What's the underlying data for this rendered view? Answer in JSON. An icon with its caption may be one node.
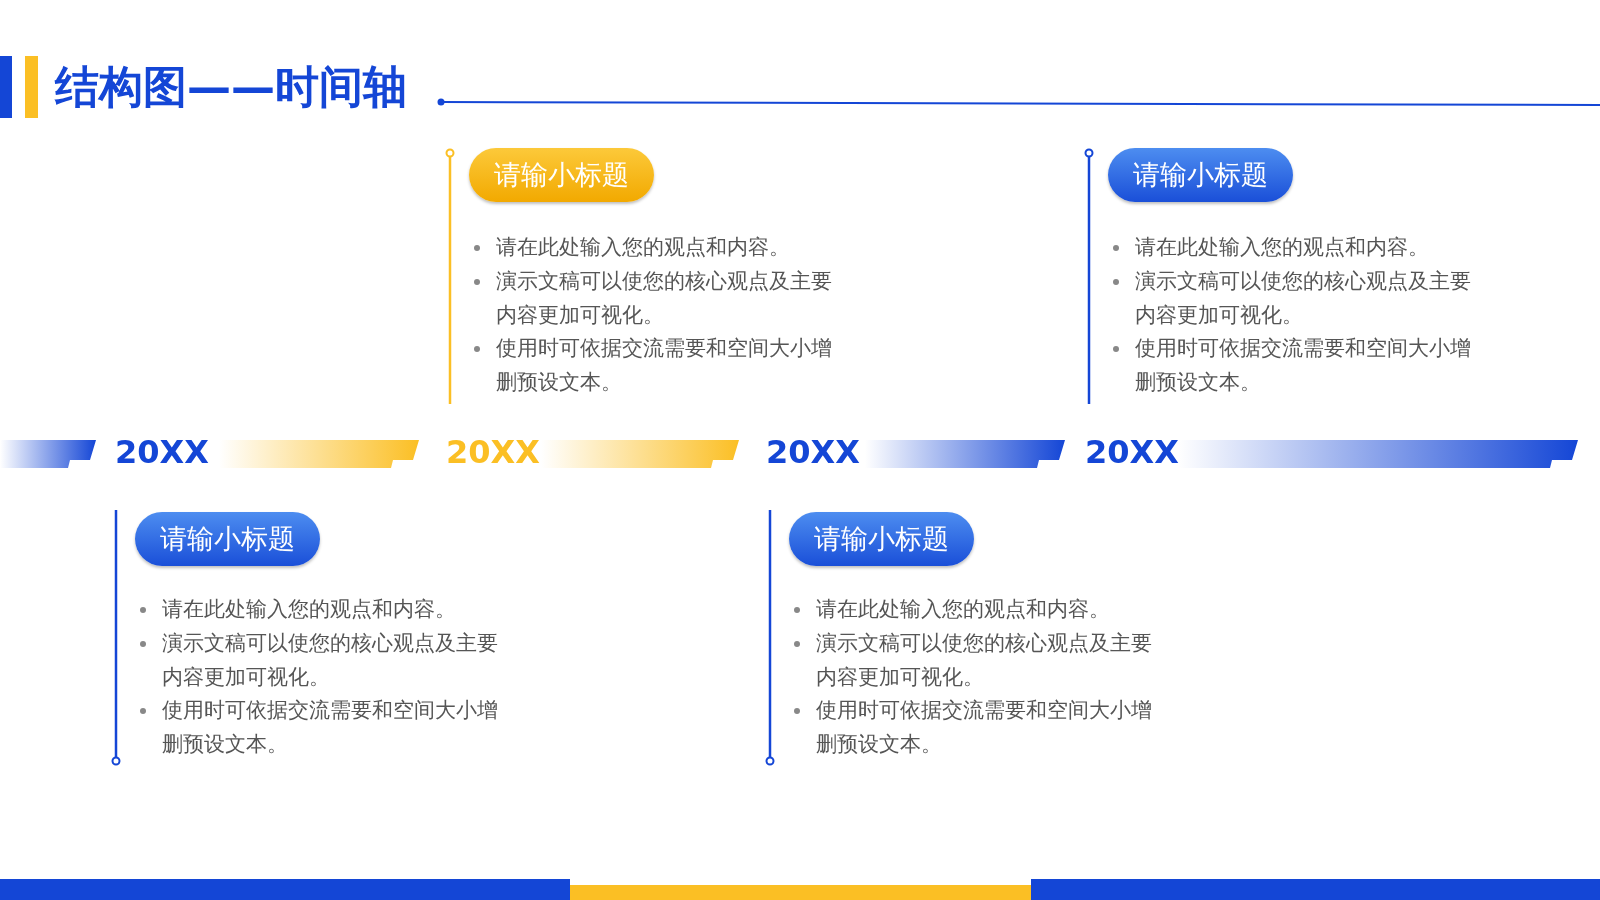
{
  "diagram": {
    "title": "结构图——时间轴",
    "nodes": [
      {
        "text": [
          "请输小标题",
          "请在此处输入您的观点和内容。",
          "演示文稿可以使您的核心观点及主要内容更加可视化。",
          "使用时可依据交流需要和空间大小增删预设文本。"
        ],
        "beside": [
          "20XX"
        ]
      },
      {
        "text": [
          "请输小标题",
          "请在此处输入您的观点和内容。",
          "演示文稿可以使您的核心观点及主要内容更加可视化。",
          "使用时可依据交流需要和空间大小增删预设文本。"
        ],
        "beside": [
          "20XX"
        ]
      },
      {
        "text": [
          "请输小标题",
          "请在此处输入您的观点和内容。",
          "演示文稿可以使您的核心观点及主要内容更加可视化。",
          "使用时可依据交流需要和空间大小增删预设文本。"
        ],
        "beside": [
          "20XX"
        ]
      },
      {
        "text": [
          "请输小标题",
          "请在此处输入您的观点和内容。",
          "演示文稿可以使您的核心观点及主要内容更加可视化。",
          "使用时可依据交流需要和空间大小增删预设文本。"
        ],
        "beside": [
          "20XX"
        ]
      }
    ]
  }
}
